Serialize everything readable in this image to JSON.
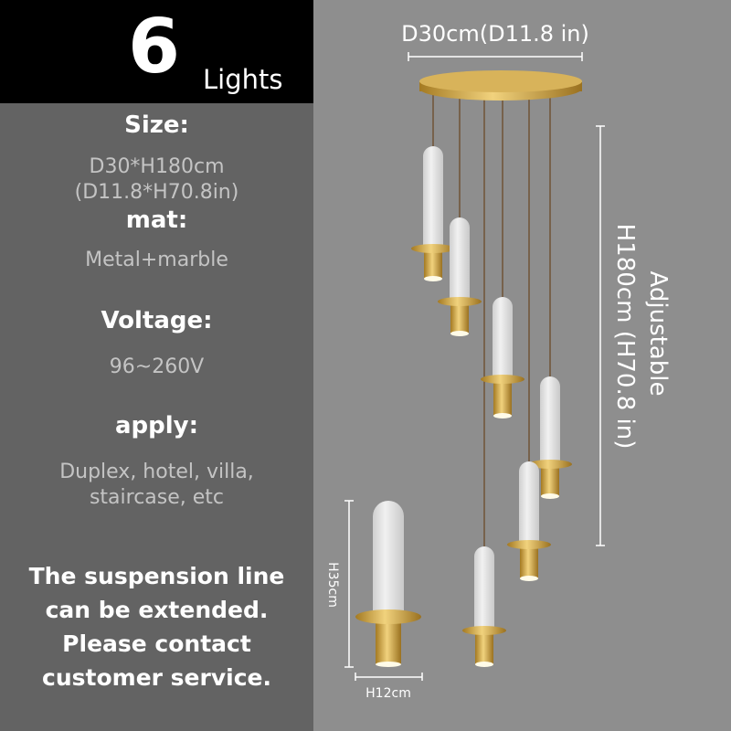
{
  "header": {
    "count": "6",
    "unit": "Lights"
  },
  "specs": {
    "size_label": "Size:",
    "size_line1": "D30*H180cm",
    "size_line2": "(D11.8*H70.8in)",
    "mat_label": "mat:",
    "mat_value": "Metal+marble",
    "voltage_label": "Voltage:",
    "voltage_value": "96~260V",
    "apply_label": "apply:",
    "apply_line1": "Duplex, hotel, villa,",
    "apply_line2": "staircase, etc"
  },
  "note": {
    "line1": "The suspension line",
    "line2": "can be extended.",
    "line3": "Please contact",
    "line4": "customer service."
  },
  "dimensions": {
    "diameter": "D30cm(D11.8 in)",
    "height_label1": "Adjustable",
    "height_label2": "H180cm (H70.8 in)",
    "pendant_height": "H35cm",
    "pendant_width": "H12cm"
  },
  "colors": {
    "gold": "#c9a241",
    "marble": "#e6e6e6"
  }
}
